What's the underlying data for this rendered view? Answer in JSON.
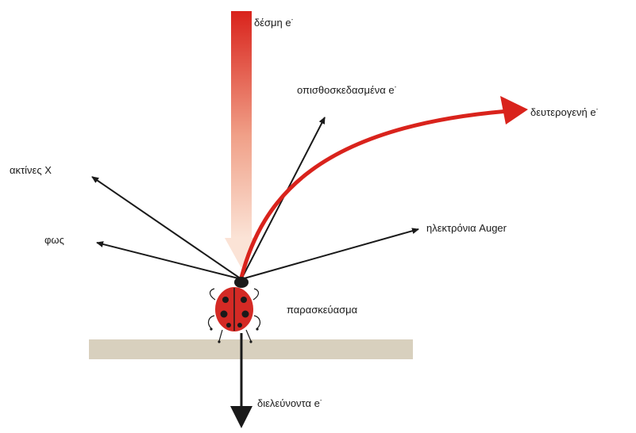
{
  "diagram": {
    "labels": {
      "beam": "δέσμη e",
      "backscattered": "οπισθοσκεδασμένα e",
      "secondary": "δευτερογενή e",
      "xrays": "ακτίνες Χ",
      "light": "φως",
      "auger": "ηλεκτρόνια Auger",
      "specimen": "παρασκεύασμα",
      "transmitted": "διελεύνοντα e"
    },
    "superscripts": {
      "beam": "-",
      "backscattered": "-",
      "secondary": "-",
      "transmitted": "-"
    },
    "colors": {
      "beam_top": "#d9231c",
      "beam_bottom": "#fbe3d6",
      "secondary_arrow": "#d9231c",
      "arrows": "#1a1a1a",
      "substrate": "#d8d0be",
      "ladybug_body": "#d42a25",
      "ladybug_spots": "#1a1a1a"
    },
    "icons": {
      "specimen": "ladybug-icon"
    }
  }
}
